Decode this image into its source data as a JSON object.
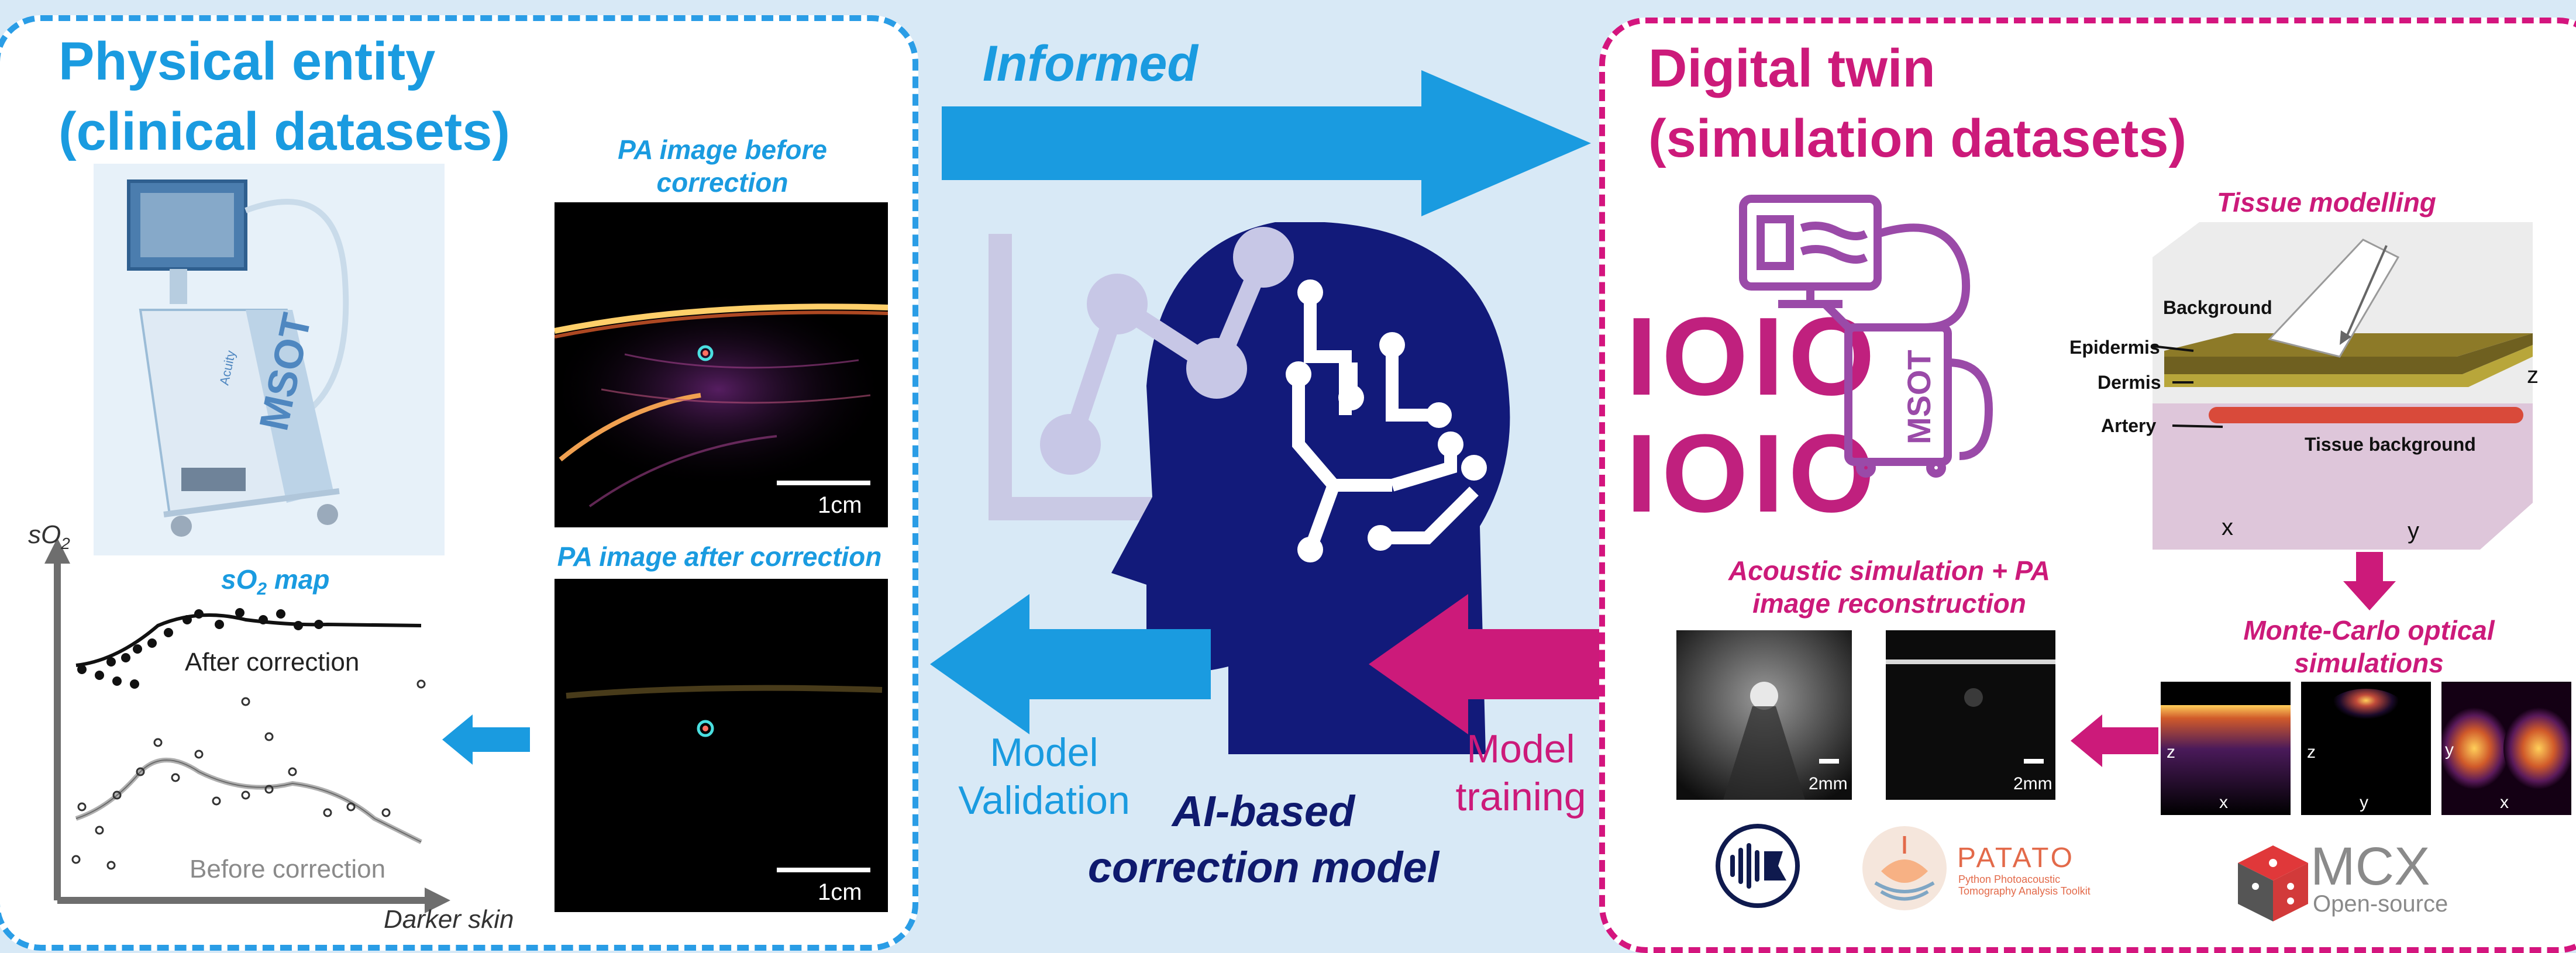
{
  "physical": {
    "title_line1": "Physical entity",
    "title_line2": "(clinical datasets)",
    "pa_before_line1": "PA image before",
    "pa_before_line2": "correction",
    "pa_after": "PA image after correction",
    "scale_label": "1cm",
    "map_title": "sO",
    "map_title_sub": "2",
    "map_title_rest": " map",
    "y_axis_label": "sO",
    "y_axis_sub": "2",
    "x_axis_label": "Darker skin",
    "after_label": "After correction",
    "before_label": "Before correction",
    "device_text_brand": "MSOT",
    "device_text_model": "Acuity"
  },
  "center": {
    "informed": "Informed",
    "model_validation_line1": "Model",
    "model_validation_line2": "Validation",
    "model_training_line1": "Model",
    "model_training_line2": "training",
    "ai_line1": "AI-based",
    "ai_line2": "correction model"
  },
  "twin": {
    "title_line1": "Digital twin",
    "title_line2": "(simulation datasets)",
    "binary_line1": "IOIO",
    "binary_line2": "IOIO",
    "device_text": "MSOT",
    "tissue_title": "Tissue modelling",
    "tissue_labels": {
      "background": "Background",
      "epidermis": "Epidermis",
      "dermis": "Dermis",
      "artery": "Artery",
      "tissue_background": "Tissue background",
      "x": "x",
      "y": "y",
      "z": "z"
    },
    "acoustic_line1": "Acoustic simulation + PA",
    "acoustic_line2": "image reconstruction",
    "mc_line1": "Monte-Carlo optical",
    "mc_line2": "simulations",
    "scale_2mm": "2mm",
    "mc_axes": [
      {
        "v": "z",
        "h": "x"
      },
      {
        "v": "z",
        "h": "y"
      },
      {
        "v": "y",
        "h": "x"
      }
    ],
    "patato_name": "PATATO",
    "patato_sub1": "Python Photoacoustic",
    "patato_sub2": "Tomography Analysis Toolkit",
    "mcx_name": "MCX",
    "mcx_sub": "Open-source"
  },
  "colors": {
    "blue": "#1a9be0",
    "pink": "#cc1a7a",
    "navy": "#0f1a6e",
    "background": "#d8e9f6"
  }
}
